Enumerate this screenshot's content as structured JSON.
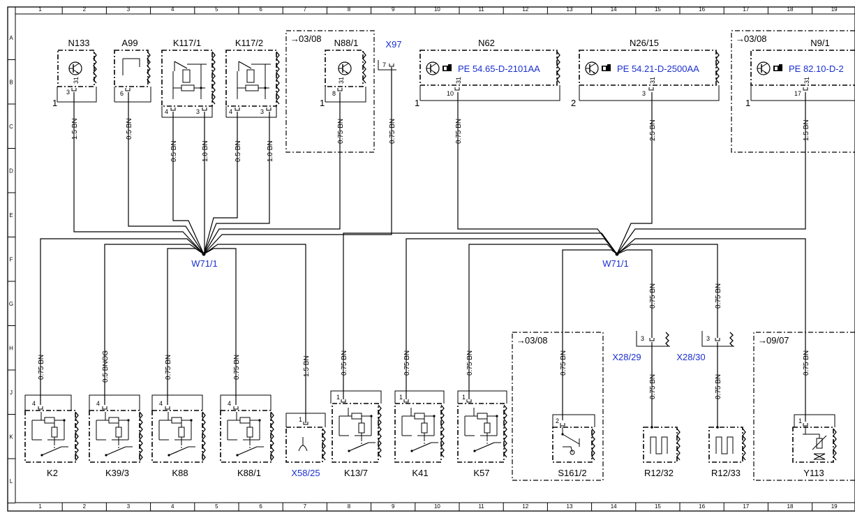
{
  "grid": {
    "columns": [
      "1",
      "2",
      "3",
      "4",
      "5",
      "6",
      "7",
      "8",
      "9",
      "10",
      "11",
      "12",
      "13",
      "14",
      "15",
      "16",
      "17",
      "18",
      "19"
    ],
    "rows": [
      "A",
      "B",
      "C",
      "D",
      "E",
      "F",
      "G",
      "H",
      "J",
      "K",
      "L"
    ]
  },
  "groups": {
    "g1": "03/08",
    "g2": "03/08",
    "g3": "03/08",
    "g4": "09/07"
  },
  "top": {
    "N133": {
      "name": "N133",
      "pin": "3",
      "pin31": "31",
      "wire": "1.5 BN",
      "side": "1"
    },
    "A99": {
      "name": "A99",
      "pin": "6",
      "wire": "0.5 BN"
    },
    "K117_1": {
      "name": "K117/1",
      "pinA": "4",
      "pinB": "3",
      "wireA": "0.5 BN",
      "wireB": "1.0 BN"
    },
    "K117_2": {
      "name": "K117/2",
      "pinA": "4",
      "pinB": "3",
      "wireA": "0.5 BN",
      "wireB": "1.0 BN"
    },
    "N88_1": {
      "name": "N88/1",
      "pin": "8",
      "pin31": "31",
      "wire": "0.75 BN",
      "side": "1"
    },
    "X97": {
      "name": "X97",
      "pin": "7",
      "wire": "0.75 BN"
    },
    "N62": {
      "name": "N62",
      "ref": "PE 54.65-D-2101AA",
      "pin": "10",
      "pin31": "31",
      "wire": "0.75 BN",
      "side": "1"
    },
    "N26_15": {
      "name": "N26/15",
      "ref": "PE 54.21-D-2500AA",
      "pin": "3",
      "pin31": "31",
      "wire": "2.5 BN",
      "side": "2"
    },
    "N9_1": {
      "name": "N9/1",
      "ref": "PE 82.10-D-2",
      "pin": "17",
      "pin31": "31",
      "wire": "1.5 BN",
      "side": "1"
    }
  },
  "splices": {
    "left": "W71/1",
    "right": "W71/1"
  },
  "bottom": {
    "K2": {
      "name": "K2",
      "pin": "4",
      "wire": "0.75 BN"
    },
    "K39_3": {
      "name": "K39/3",
      "pin": "4",
      "wire": "0.5 BNOG"
    },
    "K88": {
      "name": "K88",
      "pin": "4",
      "wire": "0.75 BN"
    },
    "K88_1": {
      "name": "K88/1",
      "pin": "4",
      "wire": "0.75 BN"
    },
    "X58_25": {
      "name": "X58/25",
      "pin": "1",
      "wire": "1.5 BN"
    },
    "K13_7": {
      "name": "K13/7",
      "pin": "1",
      "wire": "0.75 BN"
    },
    "K41": {
      "name": "K41",
      "pin": "1",
      "wire": "0.75 BN"
    },
    "K57": {
      "name": "K57",
      "pin": "1",
      "wire": "0.75 BN"
    },
    "S161_2": {
      "name": "S161/2",
      "pin": "2",
      "wire": "0.75 BN"
    },
    "X28_29": {
      "name": "X28/29",
      "pin": "3",
      "wire_up": "0.75 BN",
      "wire_down": "0.75 BN"
    },
    "X28_30": {
      "name": "X28/30",
      "pin": "3",
      "wire_up": "0.75 BN",
      "wire_down": "0.75 BN"
    },
    "R12_32": {
      "name": "R12/32"
    },
    "R12_33": {
      "name": "R12/33"
    },
    "Y113": {
      "name": "Y113",
      "pin": "1",
      "wire": "0.75 BN"
    }
  }
}
